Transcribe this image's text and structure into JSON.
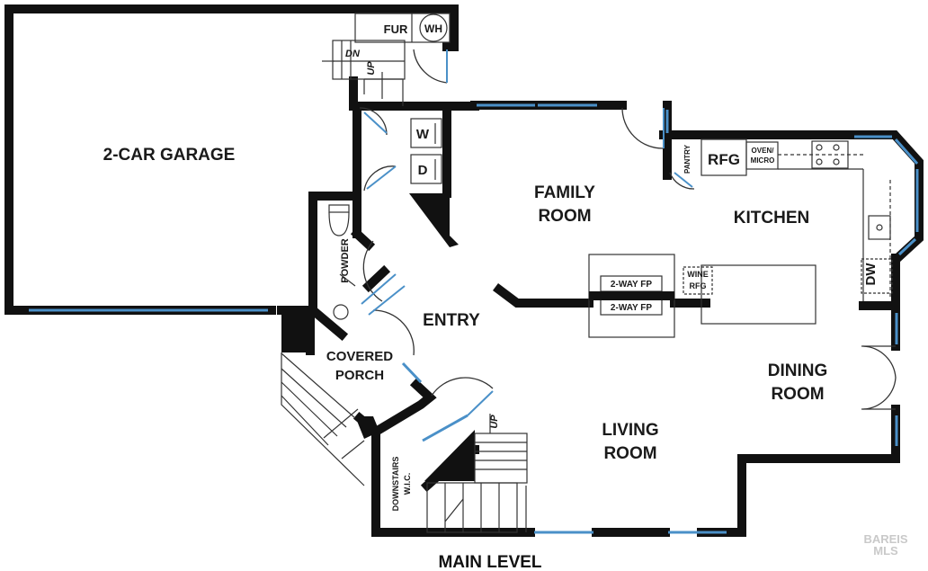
{
  "title": "MAIN LEVEL",
  "colors": {
    "wall": "#111111",
    "window": "#4a90c8",
    "fixture": "#333333",
    "watermark": "#c9c9c9"
  },
  "rooms": {
    "garage": "2-CAR GARAGE",
    "family_line1": "FAMILY",
    "family_line2": "ROOM",
    "kitchen": "KITCHEN",
    "entry": "ENTRY",
    "porch_line1": "COVERED",
    "porch_line2": "PORCH",
    "dining_line1": "DINING",
    "dining_line2": "ROOM",
    "living_line1": "LIVING",
    "living_line2": "ROOM",
    "powder": "POWDER",
    "pantry": "PANTRY",
    "wic_line1": "DOWNSTAIRS",
    "wic_line2": "W.I.C."
  },
  "fixtures": {
    "fur": "FUR",
    "wh": "WH",
    "washer": "W",
    "dryer": "D",
    "rfg": "RFG",
    "oven_line1": "OVEN/",
    "oven_line2": "MICRO",
    "fp_top": "2-WAY FP",
    "fp_bottom": "2-WAY FP",
    "wine_line1": "WINE",
    "wine_line2": "RFG",
    "dw": "DW",
    "stair_dn": "DN",
    "stair_up_upper": "UP",
    "stair_up_lower": "UP"
  },
  "watermark": {
    "line1": "BAREIS",
    "line2": "MLS"
  }
}
